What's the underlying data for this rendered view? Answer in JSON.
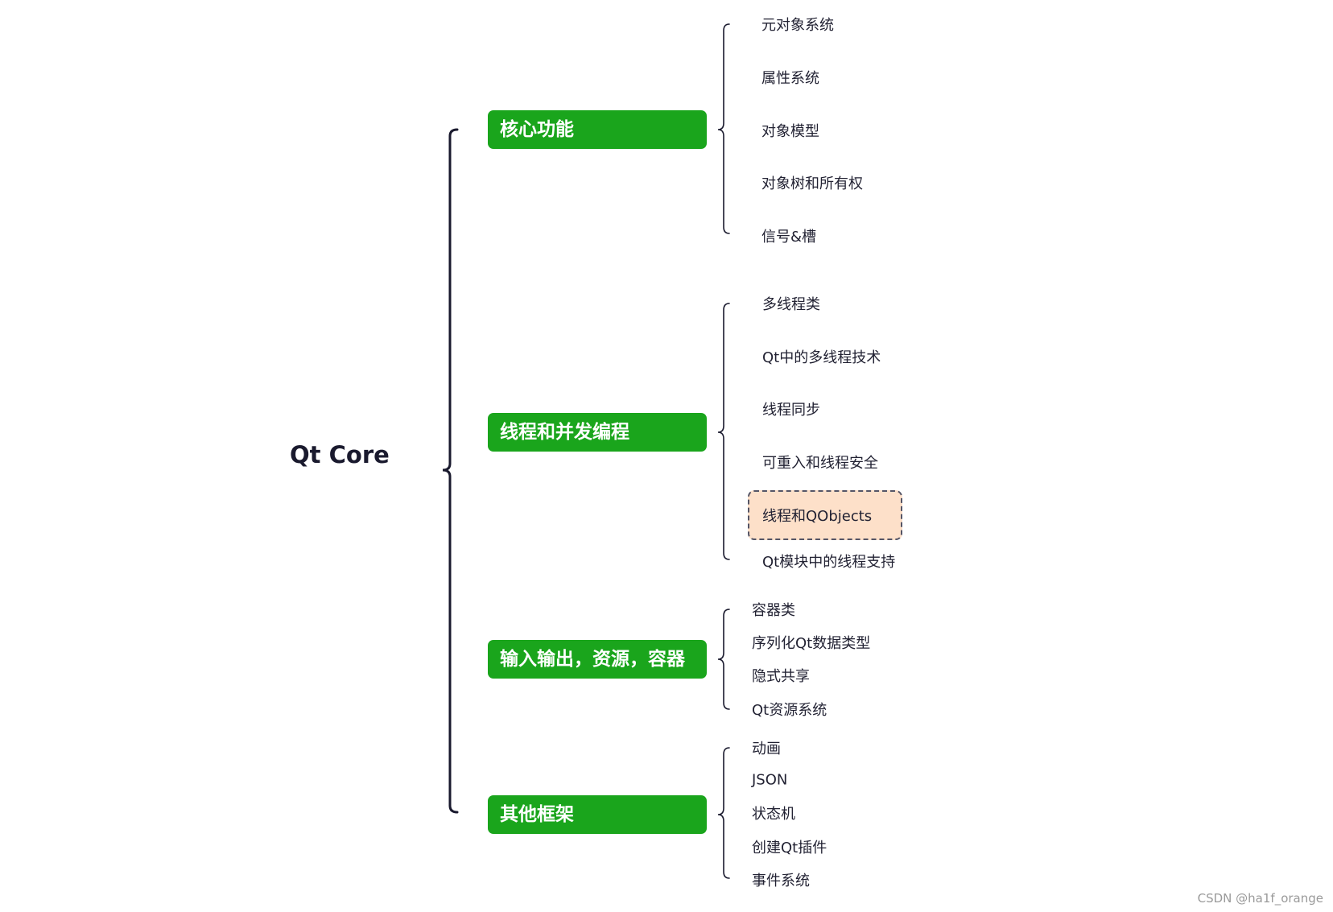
{
  "root": "Qt Core",
  "categories": [
    {
      "label": "核心功能",
      "items": [
        "元对象系统",
        "属性系统",
        "对象模型",
        "对象树和所有权",
        "信号&槽"
      ]
    },
    {
      "label": "线程和并发编程",
      "items": [
        "多线程类",
        "Qt中的多线程技术",
        "线程同步",
        "可重入和线程安全",
        "线程和QObjects",
        "Qt模块中的线程支持"
      ],
      "highlighted_item": "线程和QObjects"
    },
    {
      "label": "输入输出，资源，容器",
      "items": [
        "容器类",
        "序列化Qt数据类型",
        "隐式共享",
        "Qt资源系统"
      ]
    },
    {
      "label": "其他框架",
      "items": [
        "动画",
        "JSON",
        "状态机",
        "创建Qt插件",
        "事件系统"
      ]
    }
  ],
  "colors": {
    "category_fill": "#1aa51c",
    "category_text": "#ffffff",
    "highlight_fill": "#fde0c9",
    "brace": "#1a1a2e",
    "text": "#222233"
  },
  "watermark": "CSDN @ha1f_orange"
}
